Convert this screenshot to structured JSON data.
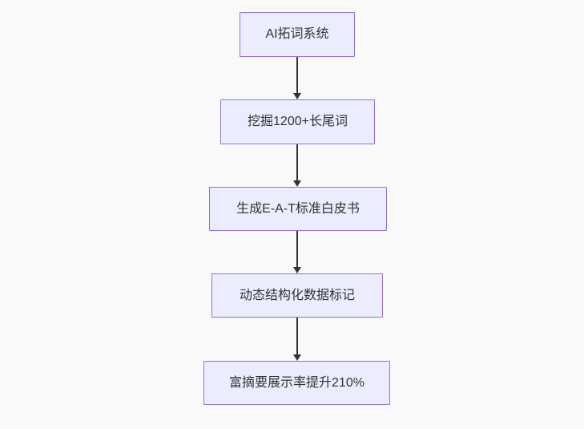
{
  "flowchart": {
    "type": "flowchart",
    "direction": "top-down",
    "nodes": [
      {
        "id": "A",
        "label": "AI拓词系统"
      },
      {
        "id": "B",
        "label": "挖掘1200+长尾词"
      },
      {
        "id": "C",
        "label": "生成E-A-T标准白皮书"
      },
      {
        "id": "D",
        "label": "动态结构化数据标记"
      },
      {
        "id": "E",
        "label": "富摘要展示率提升210%"
      }
    ],
    "edges": [
      {
        "from": "A",
        "to": "B"
      },
      {
        "from": "B",
        "to": "C"
      },
      {
        "from": "C",
        "to": "D"
      },
      {
        "from": "D",
        "to": "E"
      }
    ],
    "colors": {
      "background": "#f9f9f9",
      "node_fill": "#ECECFF",
      "node_border": "#9370DB",
      "arrow": "#333333",
      "text": "#333333"
    }
  }
}
